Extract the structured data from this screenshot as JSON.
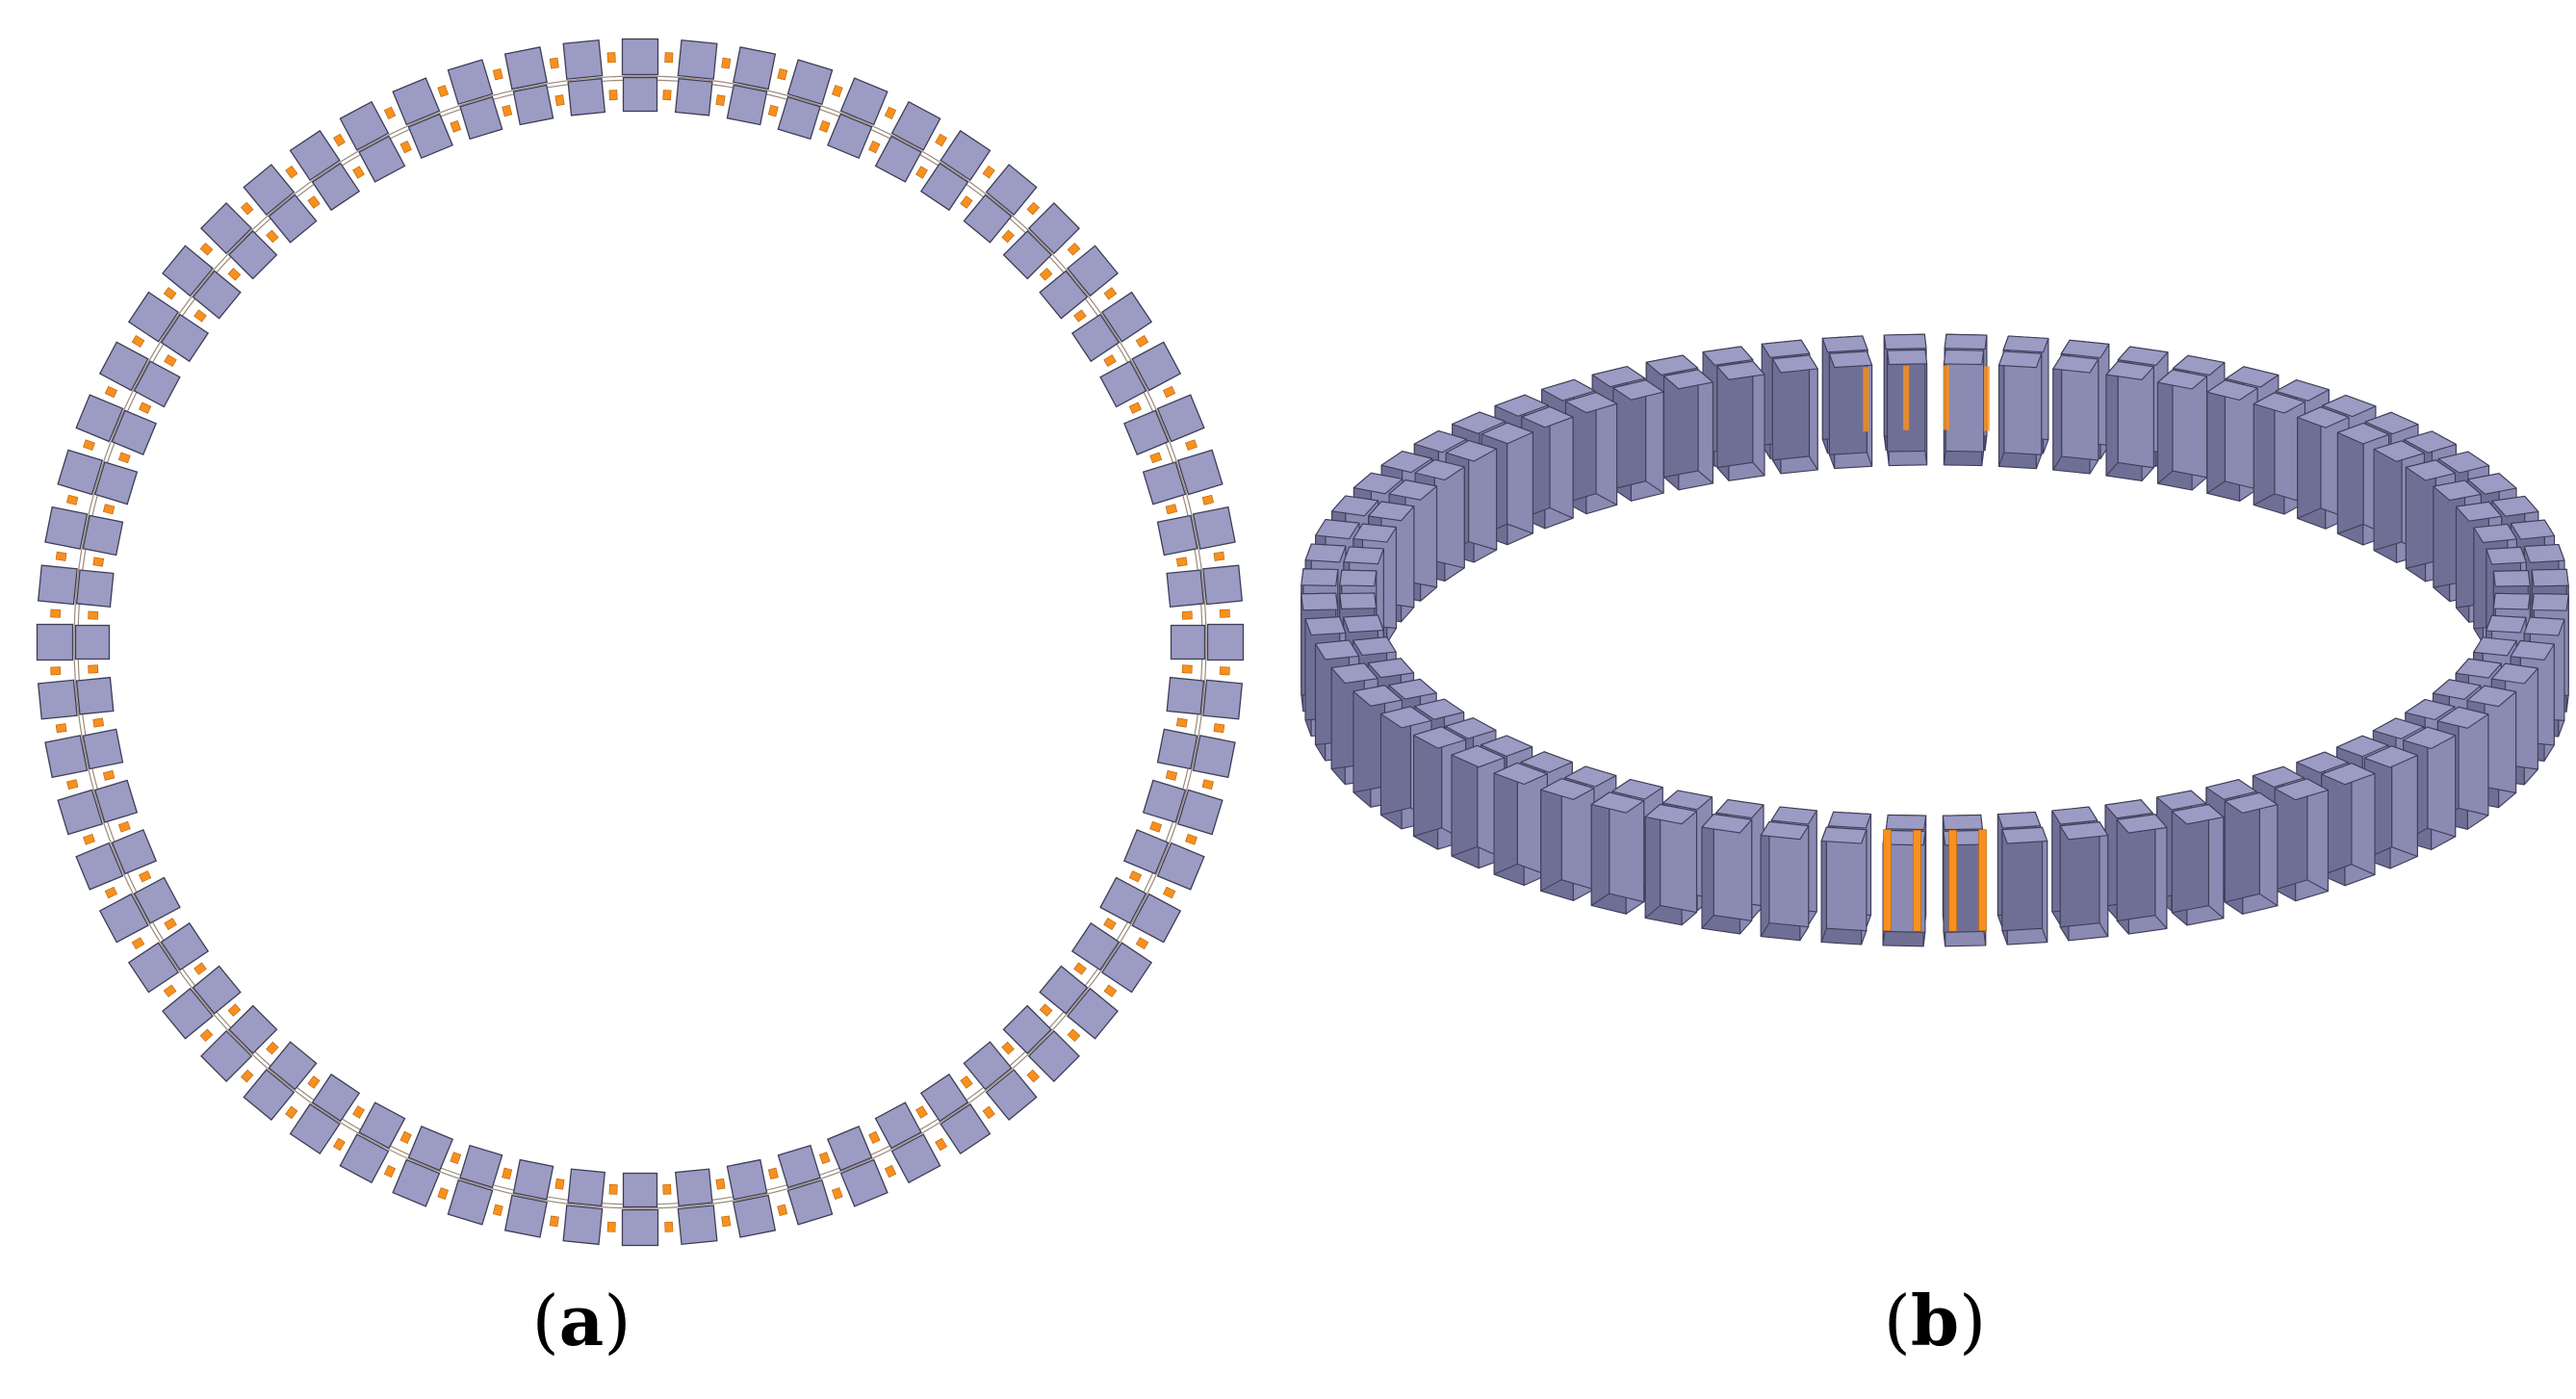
{
  "figure": {
    "panels": [
      {
        "id": "a",
        "label_open": "(",
        "label_letter": "a",
        "label_close": ")",
        "view": "top"
      },
      {
        "id": "b",
        "label_open": "(",
        "label_letter": "b",
        "label_close": ")",
        "view": "isometric"
      }
    ],
    "magnet_count_per_ring": 64,
    "ring_count": 2,
    "colors": {
      "magnet_top": "#9b9bc3",
      "magnet_side_light": "#8a8ab2",
      "magnet_side_dark": "#6f6f96",
      "magnet_edge": "#3e3e58",
      "spacer": "#f7901e",
      "background": "#ffffff"
    }
  }
}
